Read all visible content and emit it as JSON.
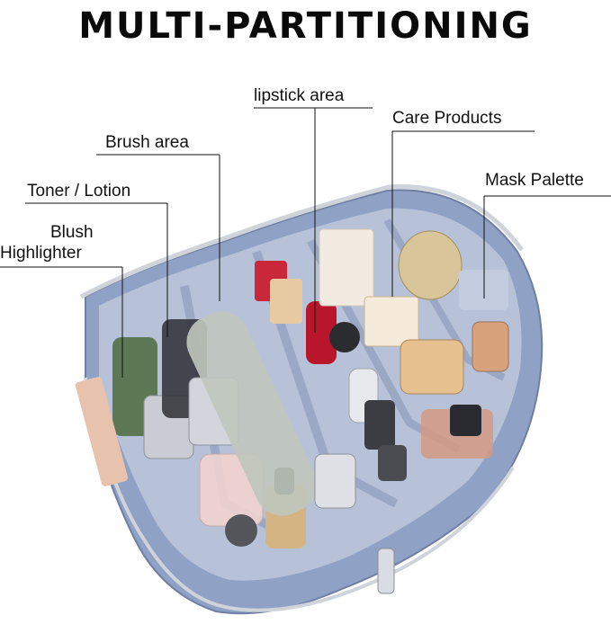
{
  "title": "MULTI-PARTITIONING",
  "labels": {
    "lipstick": "lipstick area",
    "care": "Care Products",
    "brush": "Brush area",
    "mask": "Mask Palette",
    "toner": "Toner / Lotion",
    "blush_line1": "Blush",
    "blush_line2": "Highlighter"
  },
  "colors": {
    "bag_outer": "#8fa1c4",
    "bag_lining": "#b7c2d8",
    "divider": "#9aa8c6",
    "zipper": "#cfd3da",
    "leader_line": "#111111"
  },
  "image_description_icon": "makeup-bag-photo"
}
